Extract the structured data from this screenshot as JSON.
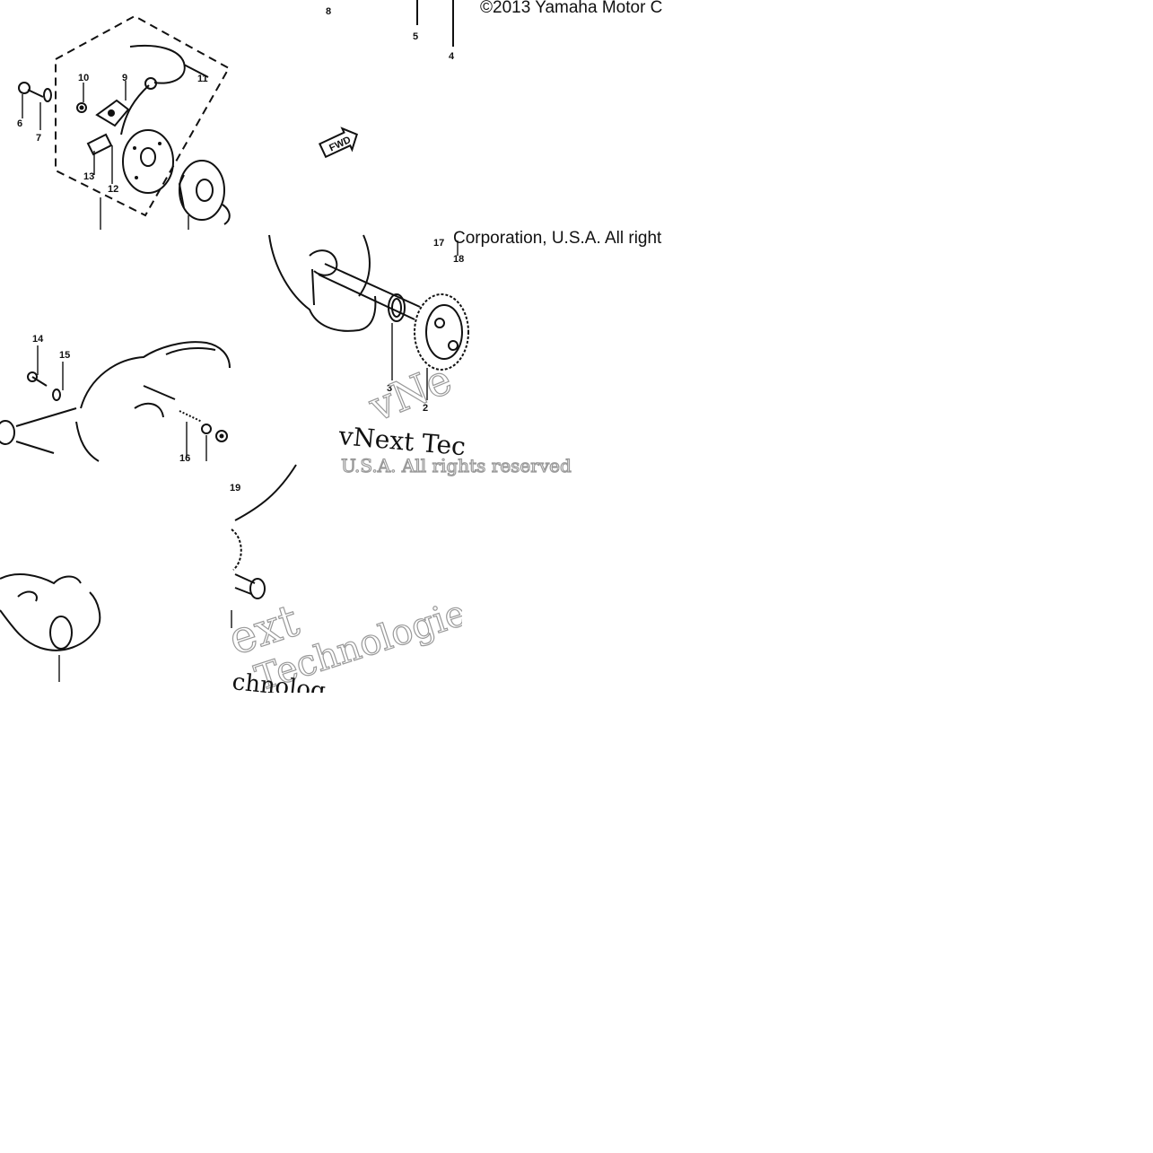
{
  "copyright": {
    "line_1": "©2013 Yamaha Motor C",
    "line_2": "Corporation, U.S.A. All right",
    "line_3": "U.S.A. All rights reserved"
  },
  "watermark": {
    "line_1": "vNext Tec",
    "line_2": "vNe",
    "line_3": "Technologie",
    "line_4": "ext",
    "line_5": "chnolog"
  },
  "direction_tag": "FWD",
  "callouts": [
    "2",
    "3",
    "4",
    "5",
    "6",
    "7",
    "8",
    "9",
    "10",
    "11",
    "12",
    "13",
    "14",
    "15",
    "16",
    "17",
    "18",
    "19"
  ]
}
